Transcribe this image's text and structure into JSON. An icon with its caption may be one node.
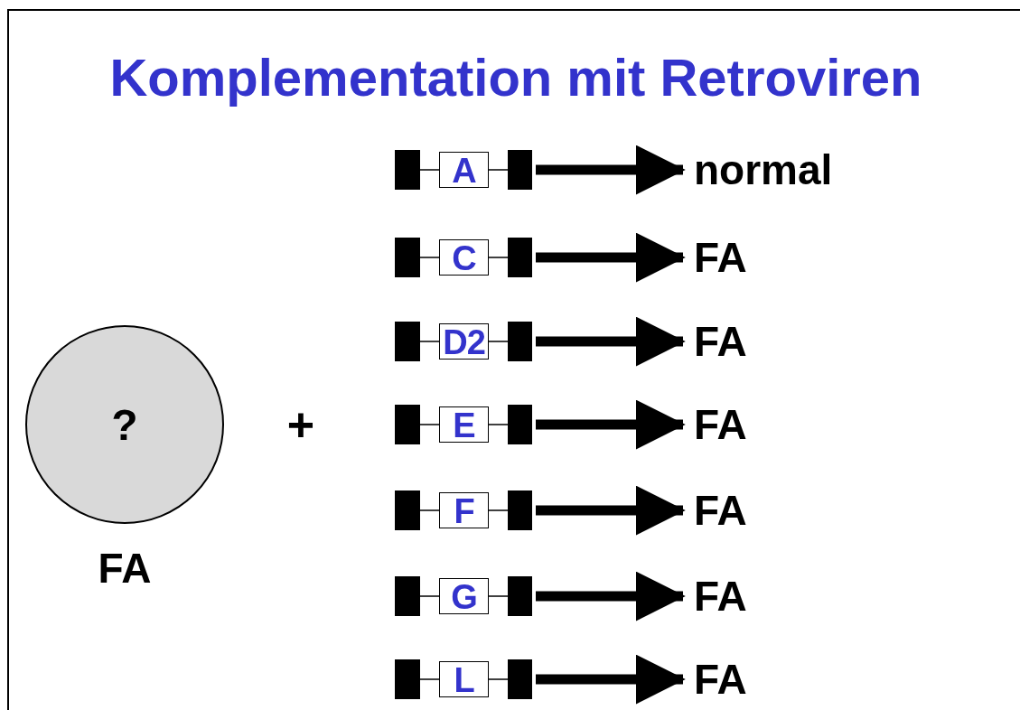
{
  "diagram": {
    "title": "Komplementation mit Retroviren",
    "nodes": [
      {
        "text": [
          "?"
        ],
        "beside": [
          "FA"
        ]
      },
      {
        "text": [
          "A"
        ]
      },
      {
        "text": [
          "C"
        ]
      },
      {
        "text": [
          "D2"
        ]
      },
      {
        "text": [
          "E"
        ]
      },
      {
        "text": [
          "F"
        ]
      },
      {
        "text": [
          "G"
        ]
      },
      {
        "text": [
          "L"
        ]
      },
      {
        "text": [
          "normal"
        ]
      },
      {
        "text": [
          "FA"
        ]
      },
      {
        "text": [
          "FA"
        ]
      },
      {
        "text": [
          "FA"
        ]
      },
      {
        "text": [
          "FA"
        ]
      },
      {
        "text": [
          "FA"
        ]
      },
      {
        "text": [
          "FA"
        ]
      }
    ],
    "edges": [
      {
        "from": 1,
        "to": 8,
        "arrow": "to"
      },
      {
        "from": 2,
        "to": 9,
        "arrow": "to"
      },
      {
        "from": 3,
        "to": 10,
        "arrow": "to"
      },
      {
        "from": 4,
        "to": 11,
        "arrow": "to"
      },
      {
        "from": 5,
        "to": 12,
        "arrow": "to"
      },
      {
        "from": 6,
        "to": 13,
        "arrow": "to"
      },
      {
        "from": 7,
        "to": 14,
        "arrow": "to"
      }
    ],
    "labels": [
      "+"
    ]
  }
}
